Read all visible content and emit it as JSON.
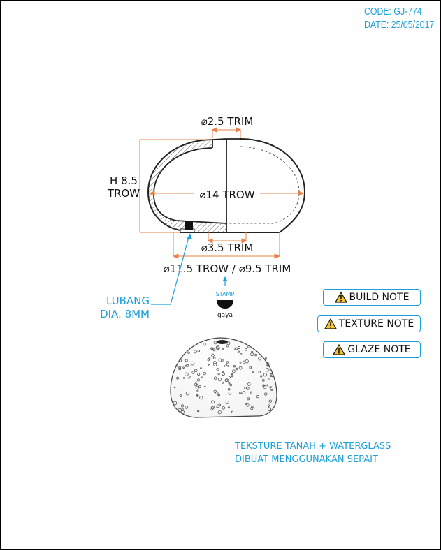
{
  "header": {
    "code": "CODE: GJ-774",
    "date": "DATE: 25/05/2017"
  },
  "dimensions": {
    "top_trim": "⌀2.5 TRIM",
    "height_1": "H 8.5",
    "height_2": "TROW",
    "width": "⌀14 TROW",
    "base_hole": "⌀3.5 TRIM",
    "base_width": "⌀11.5 TROW / ⌀9.5 TRIM"
  },
  "hole_label": {
    "line1": "LUBANG",
    "line2": "DIA. 8MM"
  },
  "stamp": {
    "label": "STAMP",
    "brand": "gaya"
  },
  "notes": [
    {
      "label": "BUILD NOTE"
    },
    {
      "label": "TEXTURE NOTE"
    },
    {
      "label": "GLAZE NOTE"
    }
  ],
  "footer": {
    "line1": "TEKSTURE TANAH + WATERGLASS",
    "line2": "DIBUAT MENGGUNAKAN SEPAIT"
  },
  "colors": {
    "accent": "#1ba0d8",
    "dimension": "#e8824a",
    "outline": "#222222"
  }
}
